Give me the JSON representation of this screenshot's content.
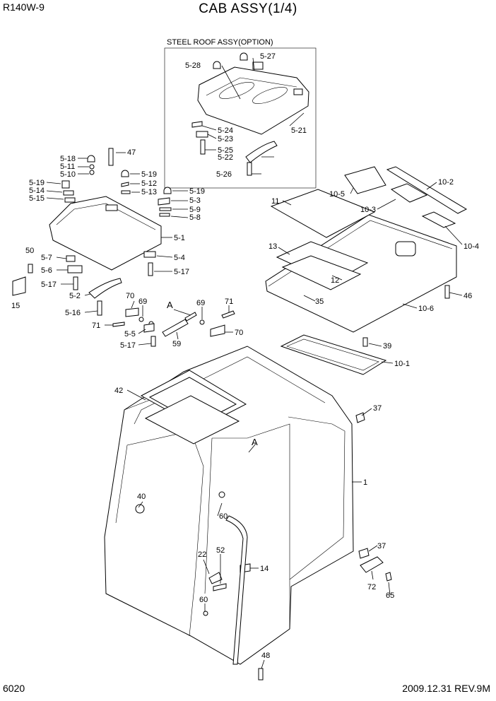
{
  "header": {
    "model": "R140W-9",
    "title": "CAB ASSY(1/4)"
  },
  "footer": {
    "page_number": "6020",
    "date_rev": "2009.12.31  REV.9M"
  },
  "roof_option": {
    "title": "STEEL ROOF ASSY(OPTION)",
    "labels": [
      "5-27",
      "5-28",
      "5-21",
      "5-24",
      "5-23",
      "5-25",
      "5-22",
      "5-26"
    ]
  },
  "callouts": [
    "47",
    "5-18",
    "5-11",
    "5-10",
    "5-19",
    "5-14",
    "5-15",
    "5-19",
    "5-12",
    "5-13",
    "5-19",
    "5-3",
    "5-9",
    "5-8",
    "5-1",
    "50",
    "5-7",
    "5-6",
    "5-17",
    "15",
    "5-4",
    "5-17",
    "5-2",
    "5-16",
    "71",
    "70",
    "69",
    "A",
    "69",
    "71",
    "5-5",
    "70",
    "5-17",
    "59",
    "11",
    "10-5",
    "10-2",
    "10-3",
    "10-4",
    "13",
    "12",
    "35",
    "46",
    "10-6",
    "39",
    "10-1",
    "42",
    "37",
    "A",
    "1",
    "40",
    "60",
    "22",
    "52",
    "14",
    "37",
    "72",
    "65",
    "60",
    "48"
  ]
}
